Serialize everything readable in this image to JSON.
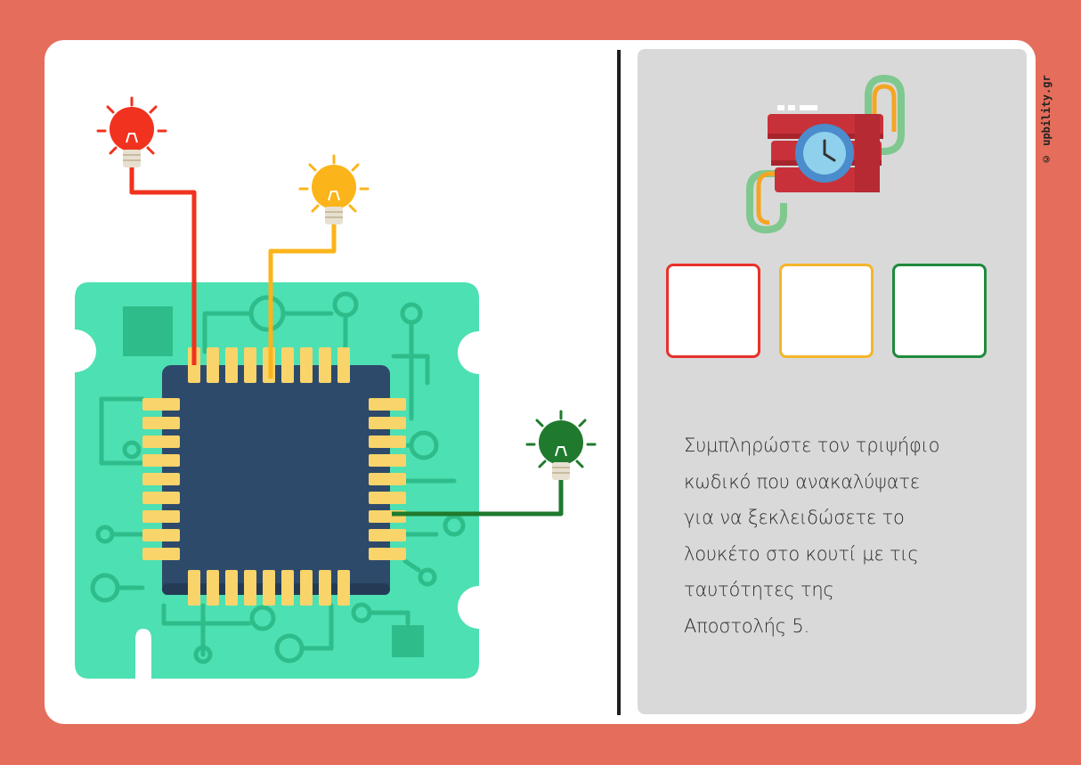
{
  "instructions": "Συμπληρώστε τον τριψήφιο\nκωδικό που ανακαλύψατε\n για να ξεκλειδώσετε το\nλουκέτο στο κουτί με τις\nταυτότητες της\nΑποστολής 5.",
  "copyright": "© upbility.gr",
  "code_boxes": [
    {
      "color": "#e8312b",
      "value": ""
    },
    {
      "color": "#f5b52a",
      "value": ""
    },
    {
      "color": "#1f8a3c",
      "value": ""
    }
  ],
  "bulbs": [
    {
      "name": "red",
      "color": "#f0321e"
    },
    {
      "name": "yellow",
      "color": "#fbb41a"
    },
    {
      "name": "green",
      "color": "#1f7a2d"
    }
  ],
  "colors": {
    "background": "#e46d5b",
    "board": "#4de0b2",
    "board_trace": "#2ebd8a",
    "chip": "#2e4a6b",
    "pins": "#f8d46a"
  }
}
